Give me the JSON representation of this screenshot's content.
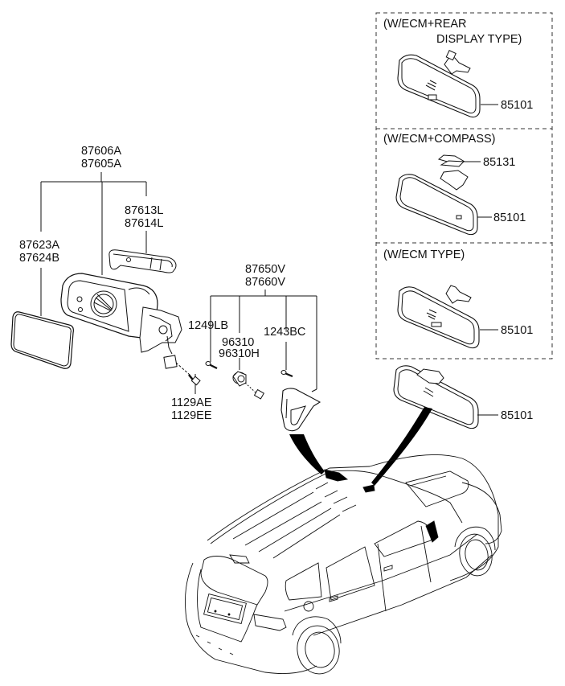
{
  "diagram": {
    "title": "Mirror assembly parts diagram",
    "colors": {
      "line": "#111111",
      "background": "#ffffff",
      "fill_dark": "#000000"
    },
    "outside_mirror_group": {
      "assembly_part_numbers": [
        "87606A",
        "87605A"
      ],
      "components": [
        {
          "part_numbers": [
            "87623A",
            "87624B"
          ],
          "name": "mirror glass"
        },
        {
          "part_numbers": [
            "87613L",
            "87614L"
          ],
          "name": "side repeater lamp"
        },
        {
          "part_numbers": [
            "1129AE",
            "1129EE"
          ],
          "name": "mounting screw"
        }
      ]
    },
    "cover_group": {
      "assembly_part_numbers": [
        "87650V",
        "87660V"
      ],
      "components": [
        {
          "part_numbers": [
            "1249LB"
          ],
          "name": "screw"
        },
        {
          "part_numbers": [
            "96310",
            "96310H"
          ],
          "name": "tweeter/sensor unit"
        },
        {
          "part_numbers": [
            "1243BC"
          ],
          "name": "screw"
        }
      ]
    },
    "inside_mirror_variants": [
      {
        "title_lines": [
          "(W/ECM+REAR",
          "DISPLAY TYPE)"
        ],
        "parts": [
          "85101"
        ]
      },
      {
        "title_lines": [
          "(W/ECM+COMPASS)"
        ],
        "parts": [
          "85131",
          "85101"
        ]
      },
      {
        "title_lines": [
          "(W/ECM TYPE)"
        ],
        "parts": [
          "85101"
        ]
      }
    ],
    "inside_mirror_standard": {
      "parts": [
        "85101"
      ]
    }
  }
}
